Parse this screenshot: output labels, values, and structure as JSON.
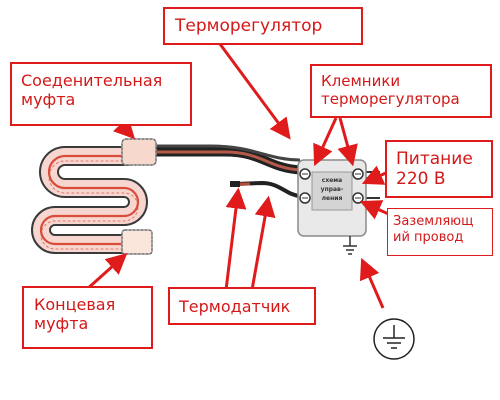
{
  "callouts": {
    "thermostat": "Терморегулятор",
    "coupling_line1": "Соеденительная",
    "coupling_line2": "муфта",
    "terminals_line1": "Клемники",
    "terminals_line2": "терморегулятора",
    "power_line1": "Питание",
    "power_line2": "220 В",
    "ground_line1": "Заземляющ",
    "ground_line2": "ий провод",
    "endcap_line1": "Концевая",
    "endcap_line2": "муфта",
    "sensor": "Термодатчик"
  },
  "control_box": {
    "line1": "схема",
    "line2": "управ-",
    "line3": "ления"
  },
  "colors": {
    "callout_border": "#e01b1b",
    "callout_text": "#d41818",
    "arrow": "#e01b1b",
    "heating_cable": "#d94c3a",
    "cable_outline": "#333333"
  }
}
